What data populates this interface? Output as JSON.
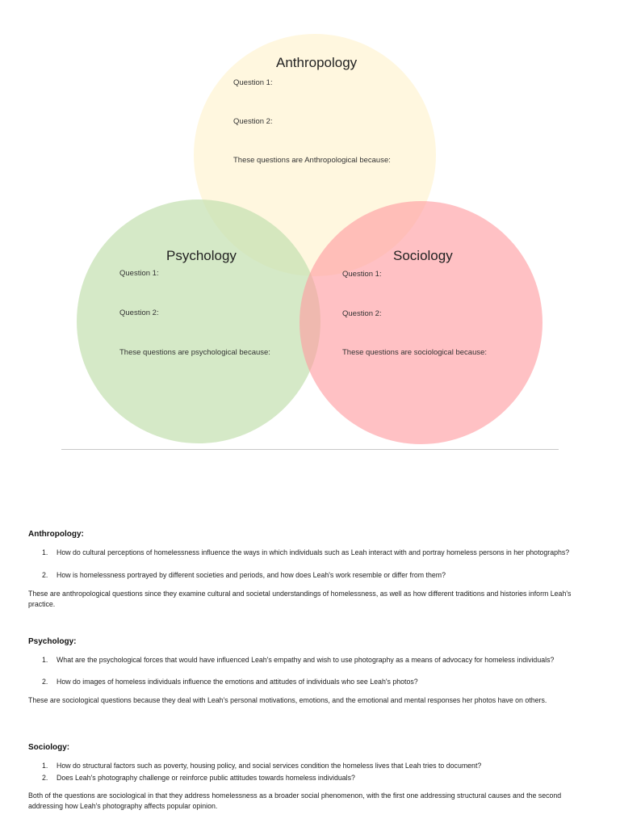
{
  "venn": {
    "anthropology": {
      "title": "Anthropology",
      "q1": "Question 1:",
      "q2": "Question 2:",
      "because": "These questions are Anthropological because:"
    },
    "psychology": {
      "title": "Psychology",
      "q1": "Question 1:",
      "q2": "Question 2:",
      "because": "These questions are psychological because:"
    },
    "sociology": {
      "title": "Sociology",
      "q1": "Question 1:",
      "q2": "Question 2:",
      "because": "These questions are sociological because:"
    },
    "colors": {
      "anthropology": "#fff1c4",
      "psychology": "#c5e0b2",
      "sociology": "#ff9ba0"
    }
  },
  "sections": {
    "anthropology": {
      "heading": "Anthropology:",
      "items": [
        {
          "num": "1.",
          "text": "How do cultural perceptions of homelessness influence the ways in which individuals such as Leah interact with and portray homeless persons in her photographs?"
        },
        {
          "num": "2.",
          "text": "How is homelessness portrayed by different societies and periods, and how does Leah's work resemble or differ from them?"
        }
      ],
      "summary": "These are anthropological questions since they examine cultural and societal understandings of homelessness, as well as how different traditions and histories inform Leah's practice."
    },
    "psychology": {
      "heading": "Psychology:",
      "items": [
        {
          "num": "1.",
          "text": "What are the psychological forces that would have influenced Leah's empathy and wish to use photography as a means of advocacy for homeless individuals?"
        },
        {
          "num": "2.",
          "text": "How do images of homeless individuals influence the emotions and attitudes of individuals who see Leah's photos?"
        }
      ],
      "summary": "These are sociological questions because they deal with Leah's personal motivations, emotions, and the emotional and mental responses her photos have on others."
    },
    "sociology": {
      "heading": "Sociology:",
      "items": [
        {
          "num": "1.",
          "text": "How do structural factors such as poverty, housing policy, and social services condition the homeless lives that Leah tries to document?"
        },
        {
          "num": "2.",
          "text": "Does Leah's photography challenge or reinforce public attitudes towards homeless individuals?"
        }
      ],
      "summary": "Both of the questions are sociological in that they address homelessness as a broader social phenomenon, with the first one addressing structural causes and the second addressing how Leah's photography affects popular opinion."
    }
  }
}
